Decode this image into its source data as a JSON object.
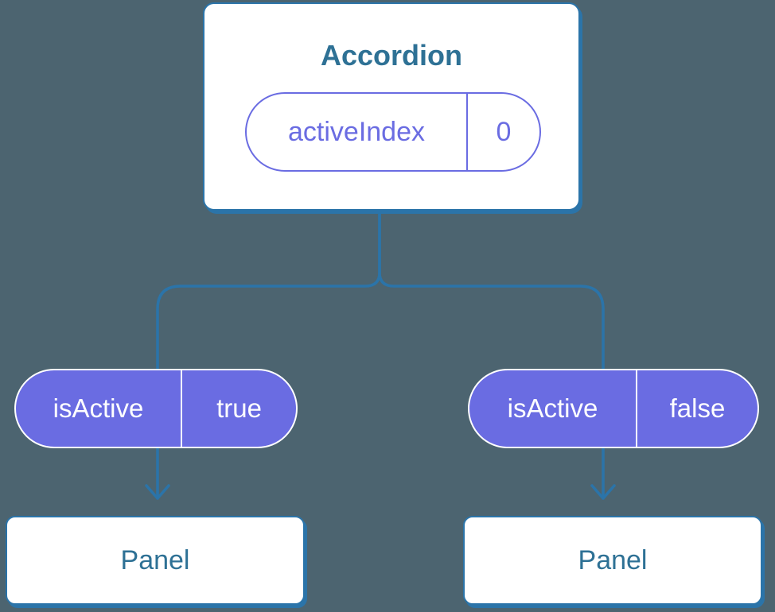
{
  "colors": {
    "background": "#4c6470",
    "connector_blue": "#2b74a9",
    "heading_text": "#2e7195",
    "indigo": "#6a6ce2",
    "card_bg": "#ffffff",
    "pill_text": "#ffffff"
  },
  "accordion_card": {
    "title": "Accordion",
    "state_pill": {
      "label": "activeIndex",
      "value": "0"
    }
  },
  "prop_pills": [
    {
      "label": "isActive",
      "value": "true"
    },
    {
      "label": "isActive",
      "value": "false"
    }
  ],
  "panels": [
    {
      "label": "Panel"
    },
    {
      "label": "Panel"
    }
  ]
}
